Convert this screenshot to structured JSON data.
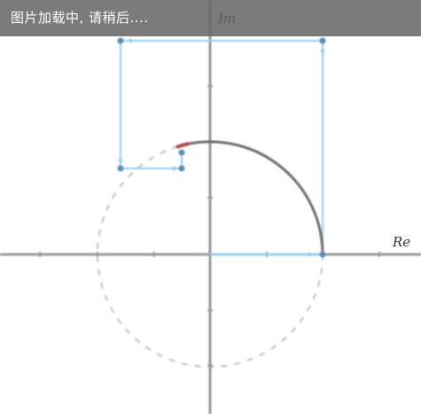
{
  "banner": {
    "text": "图片加载中, 请稍后...."
  },
  "axes": {
    "imag_label": "Im",
    "real_label": "Re"
  },
  "colors": {
    "axis": "#9a9a9a",
    "arc": "#6f6f6f",
    "dashed_circle": "#c7c7c7",
    "guide": "#8fd0f2",
    "guide_point": "#5a8fb4",
    "highlight": "#b24a4a",
    "banner_bg": "#6c6c6c"
  },
  "icons": {
    "points": "circle-dot"
  }
}
